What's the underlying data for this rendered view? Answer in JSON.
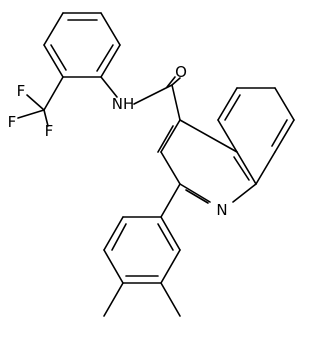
{
  "molecule": {
    "atom_labels": {
      "oxygen": "O",
      "amide_nh": "NH",
      "ring_nitrogen": "N",
      "fluorine_1": "F",
      "fluorine_2": "F",
      "fluorine_3": "F"
    }
  }
}
